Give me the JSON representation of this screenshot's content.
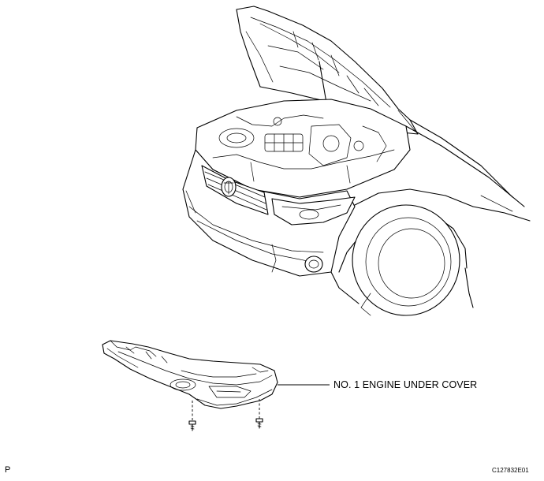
{
  "callout": {
    "label": "NO. 1 ENGINE UNDER COVER"
  },
  "corner_mark": "P",
  "figure_code": "C127832E01"
}
